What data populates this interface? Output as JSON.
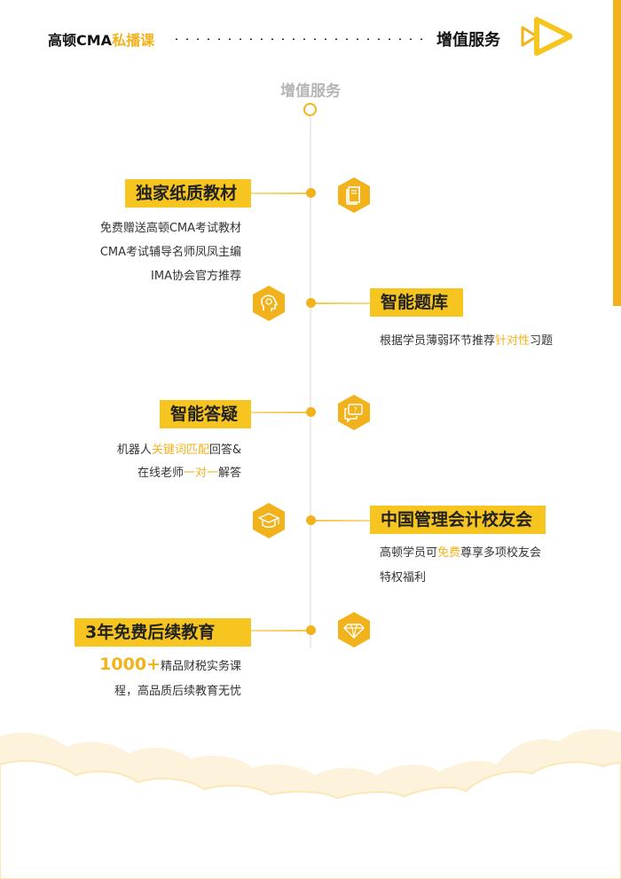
{
  "header": {
    "brand_main": "高顿CMA",
    "brand_highlight": "私播课",
    "title": "增值服务"
  },
  "section_title": "增值服务",
  "items": [
    {
      "title": "独家纸质教材",
      "icon": "book-icon",
      "lines": [
        {
          "parts": [
            {
              "text": "免费赠送高顿CMA考试教材"
            }
          ]
        },
        {
          "parts": [
            {
              "text": "CMA考试辅导名师凤凤主编"
            }
          ]
        },
        {
          "parts": [
            {
              "text": "IMA协会官方推荐"
            }
          ]
        }
      ]
    },
    {
      "title": "智能题库",
      "icon": "brain-head-icon",
      "lines": [
        {
          "parts": [
            {
              "text": "根据学员薄弱环节推荐"
            },
            {
              "text": "针对性",
              "hl": true
            },
            {
              "text": "习题"
            }
          ]
        }
      ]
    },
    {
      "title": "智能答疑",
      "icon": "chat-question-icon",
      "lines": [
        {
          "parts": [
            {
              "text": "机器人"
            },
            {
              "text": "关键词匹配",
              "hl": true
            },
            {
              "text": "回答&"
            }
          ]
        },
        {
          "parts": [
            {
              "text": "在线老师"
            },
            {
              "text": "一对一",
              "hl": true
            },
            {
              "text": "解答"
            }
          ]
        }
      ]
    },
    {
      "title": "中国管理会计校友会",
      "icon": "graduation-cap-icon",
      "lines": [
        {
          "parts": [
            {
              "text": "高顿学员可"
            },
            {
              "text": "免费",
              "hl": true
            },
            {
              "text": "尊享多项校友会"
            }
          ]
        },
        {
          "parts": [
            {
              "text": "特权福利"
            }
          ]
        }
      ]
    },
    {
      "title": "3年免费后续教育",
      "icon": "diamond-icon",
      "lines": [
        {
          "parts": [
            {
              "text": "1000+",
              "big": true
            },
            {
              "text": "精品财税实务课"
            }
          ]
        },
        {
          "parts": [
            {
              "text": "程，高品质后续教育无忧"
            }
          ]
        }
      ]
    }
  ],
  "colors": {
    "accent": "#f2b21b",
    "label_bg": "#f7c51f",
    "muted_title": "#b5b5b5",
    "timeline": "#ececec",
    "cloud": "#fdf3dc"
  }
}
